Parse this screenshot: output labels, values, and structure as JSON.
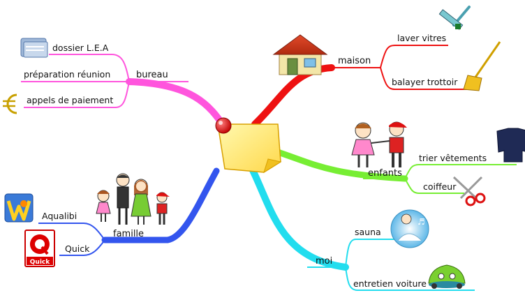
{
  "branches": {
    "bureau": {
      "label": "bureau",
      "color": "#ff55dd",
      "children": [
        "dossier L.E.A",
        "préparation réunion",
        "appels de paiement"
      ],
      "icons": [
        "folder-icon",
        "euro-icon"
      ]
    },
    "maison": {
      "label": "maison",
      "color": "#ee1111",
      "children": [
        "laver vitres",
        "balayer trottoir"
      ],
      "icons": [
        "house-icon",
        "squeegee-icon",
        "broom-icon"
      ]
    },
    "enfants": {
      "label": "enfants",
      "color": "#77ee33",
      "children": [
        "trier vêtements",
        "coiffeur"
      ],
      "icons": [
        "children-icon",
        "sweater-icon",
        "scissors-icon"
      ]
    },
    "moi": {
      "label": "moi",
      "color": "#22ddee",
      "children": [
        "sauna",
        "entretien voiture"
      ],
      "icons": [
        "sauna-icon",
        "car-icon"
      ]
    },
    "famille": {
      "label": "famille",
      "color": "#3355ee",
      "children": [
        "Aqualibi",
        "Quick"
      ],
      "icons": [
        "family-icon",
        "aqualibi-logo-icon",
        "quick-logo-icon"
      ]
    }
  },
  "center": {
    "icon": "sticky-note-icon"
  },
  "logos": {
    "quick_text": "Quick"
  }
}
